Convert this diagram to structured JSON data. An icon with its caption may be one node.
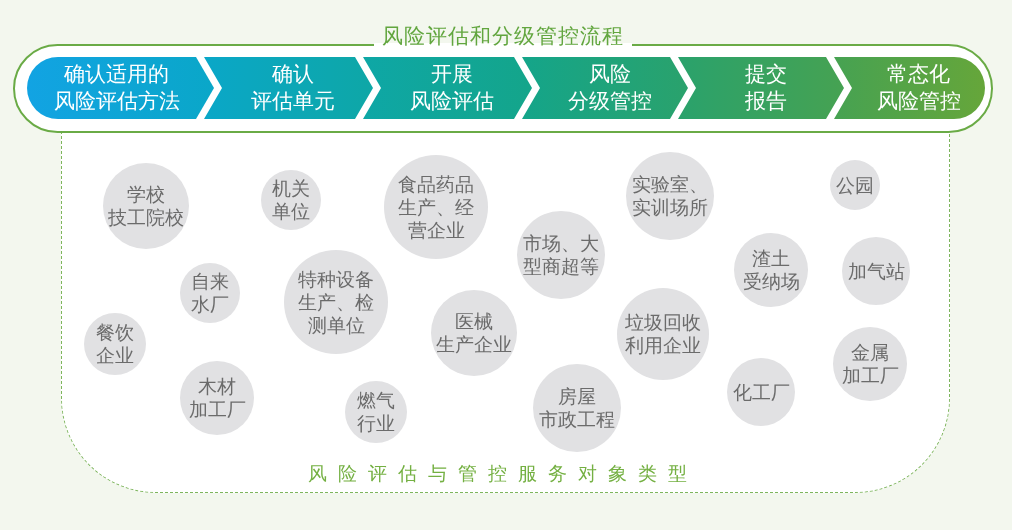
{
  "diagram": {
    "nodes": [
      {
        "text": [
          "风险评估和分级管控流程"
        ]
      },
      {
        "text": [
          "确认适用的风险评估方法"
        ],
        "in": 0
      },
      {
        "text": [
          "确认评估单元"
        ],
        "in": 0
      },
      {
        "text": [
          "开展风险评估"
        ],
        "in": 0
      },
      {
        "text": [
          "风险分级管控"
        ],
        "in": 0
      },
      {
        "text": [
          "提交报告"
        ],
        "in": 0
      },
      {
        "text": [
          "常态化风险管控"
        ],
        "in": 0
      },
      {
        "text": [
          "风险评估与管控服务对象类型"
        ]
      },
      {
        "text": [
          "学校技工院校"
        ],
        "in": 7
      },
      {
        "text": [
          "机关单位"
        ],
        "in": 7
      },
      {
        "text": [
          "食品药品生产、经营企业"
        ],
        "in": 7
      },
      {
        "text": [
          "实验室、实训场所"
        ],
        "in": 7
      },
      {
        "text": [
          "公园"
        ],
        "in": 7
      },
      {
        "text": [
          "自来水厂"
        ],
        "in": 7
      },
      {
        "text": [
          "特种设备生产、检测单位"
        ],
        "in": 7
      },
      {
        "text": [
          "市场、大型商超等"
        ],
        "in": 7
      },
      {
        "text": [
          "渣土受纳场"
        ],
        "in": 7
      },
      {
        "text": [
          "加气站"
        ],
        "in": 7
      },
      {
        "text": [
          "餐饮企业"
        ],
        "in": 7
      },
      {
        "text": [
          "医械生产企业"
        ],
        "in": 7
      },
      {
        "text": [
          "垃圾回收利用企业"
        ],
        "in": 7
      },
      {
        "text": [
          "金属加工厂"
        ],
        "in": 7
      },
      {
        "text": [
          "木材加工厂"
        ],
        "in": 7
      },
      {
        "text": [
          "燃气行业"
        ],
        "in": 7
      },
      {
        "text": [
          "房屋市政工程"
        ],
        "in": 7
      },
      {
        "text": [
          "化工厂"
        ],
        "in": 7
      }
    ]
  }
}
